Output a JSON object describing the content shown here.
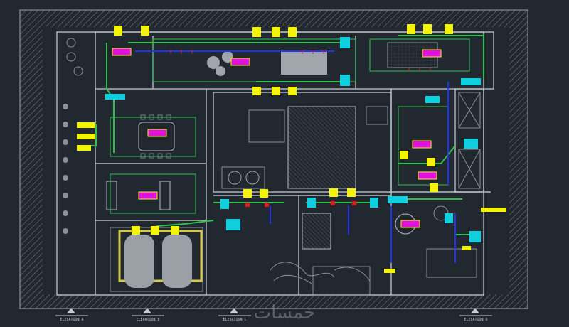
{
  "drawing": {
    "background": "#212830",
    "wall_color": "#b8bcc2",
    "duct_green": "#2ec24a",
    "duct_blue": "#2233ee",
    "tag_yellow": "#f4f40a",
    "unit_magenta": "#e010e0",
    "unit_cyan": "#10d0e0",
    "pipe_red": "#e01818",
    "watermark": "خمسات"
  },
  "title_blocks": [
    {
      "id": "tb1",
      "text": "ELEVATION A"
    },
    {
      "id": "tb2",
      "text": "ELEVATION B"
    },
    {
      "id": "tb3",
      "text": "ELEVATION C"
    },
    {
      "id": "tb4",
      "text": "ELEVATION D"
    }
  ]
}
